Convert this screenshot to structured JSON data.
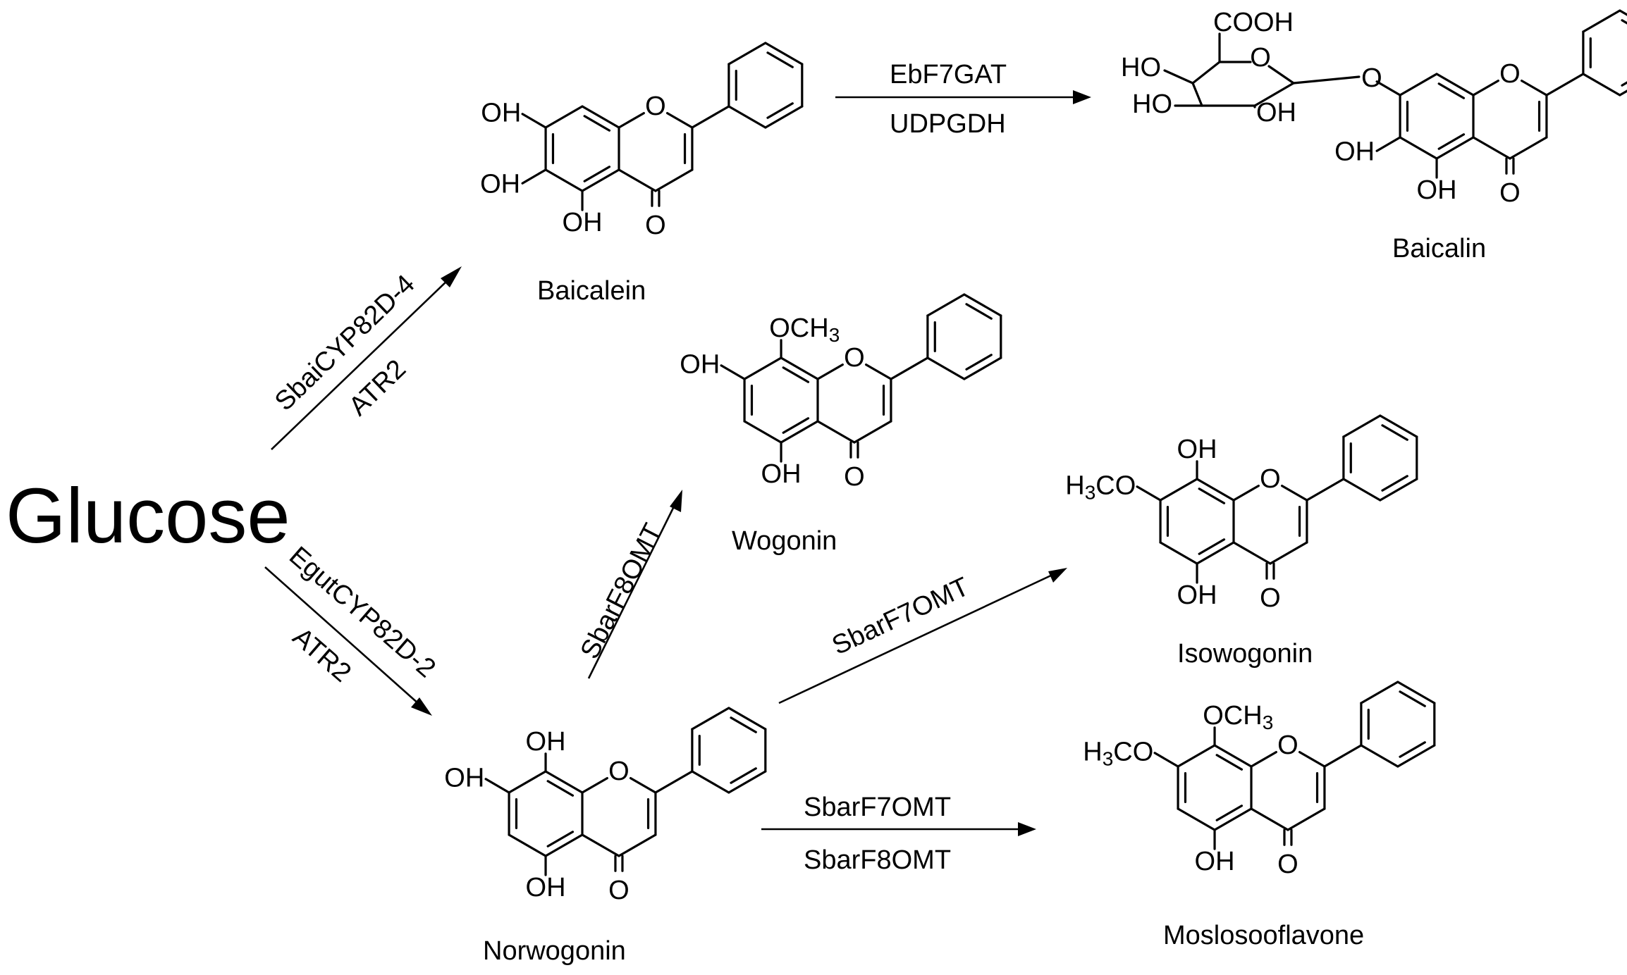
{
  "start_material": "Glucose",
  "compounds": [
    {
      "id": "baicalein",
      "name": "Baicalein",
      "labels": {
        "oh6": "OH",
        "oh7": "OH",
        "oh5": "OH",
        "o1": "O",
        "o4": "O"
      }
    },
    {
      "id": "baicalin",
      "name": "Baicalin",
      "labels": {
        "cooh": "COOH",
        "ho1": "HO",
        "ho2": "HO",
        "oh_sugar": "OH",
        "o_ring": "O",
        "o_link": "O",
        "o1": "O",
        "oh6": "OH",
        "oh5": "OH",
        "o4": "O"
      }
    },
    {
      "id": "wogonin",
      "name": "Wogonin",
      "labels": {
        "och3_main": "OCH",
        "och3_sub": "3",
        "oh7": "OH",
        "o1": "O",
        "oh5": "OH",
        "o4": "O"
      }
    },
    {
      "id": "isowogonin",
      "name": "Isowogonin",
      "labels": {
        "oh8": "OH",
        "h3co_h": "H",
        "h3co_sub": "3",
        "h3co_co": "CO",
        "o1": "O",
        "oh5": "OH",
        "o4": "O"
      }
    },
    {
      "id": "norwogonin",
      "name": "Norwogonin",
      "labels": {
        "oh8": "OH",
        "oh7": "OH",
        "o1": "O",
        "oh5": "OH",
        "o4": "O"
      }
    },
    {
      "id": "moslosooflavone",
      "name": "Moslosooflavone",
      "labels": {
        "och3_main": "OCH",
        "och3_sub": "3",
        "h3co_h": "H",
        "h3co_sub": "3",
        "h3co_co": "CO",
        "o1": "O",
        "oh5": "OH",
        "o4": "O"
      }
    }
  ],
  "reactions": [
    {
      "id": "glucose-to-baicalein",
      "from": "Glucose",
      "to": "Baicalein",
      "enzymes": [
        "SbaiCYP82D-4",
        "ATR2"
      ]
    },
    {
      "id": "glucose-to-norwogonin",
      "from": "Glucose",
      "to": "Norwogonin",
      "enzymes": [
        "EgutCYP82D-2",
        "ATR2"
      ]
    },
    {
      "id": "baicalein-to-baicalin",
      "from": "Baicalein",
      "to": "Baicalin",
      "enzymes": [
        "EbF7GAT",
        "UDPGDH"
      ]
    },
    {
      "id": "norwogonin-to-wogonin",
      "from": "Norwogonin",
      "to": "Wogonin",
      "enzymes": [
        "SbarF8OMT"
      ]
    },
    {
      "id": "norwogonin-to-isowogonin",
      "from": "Norwogonin",
      "to": "Isowogonin",
      "enzymes": [
        "SbarF7OMT"
      ]
    },
    {
      "id": "norwogonin-to-moslosooflavone",
      "from": "Norwogonin",
      "to": "Moslosooflavone",
      "enzymes": [
        "SbarF7OMT",
        "SbarF8OMT"
      ]
    }
  ]
}
